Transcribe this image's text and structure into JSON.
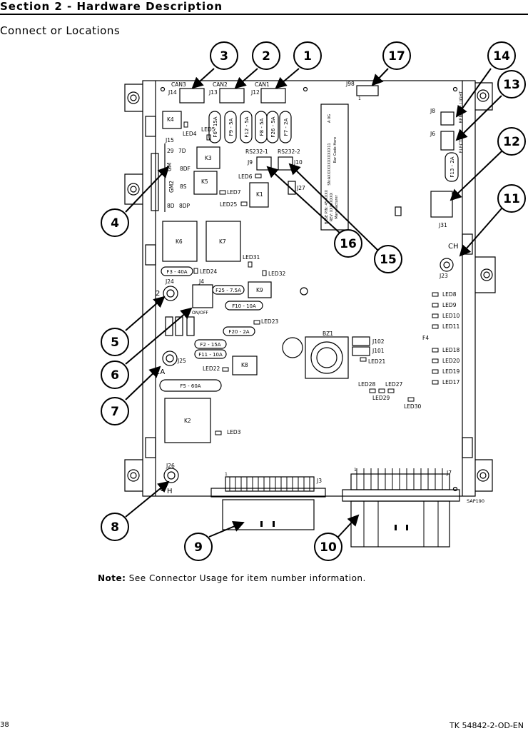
{
  "header": {
    "section": "Section 2 - Hardware Description",
    "subtitle": "Connect or Locations"
  },
  "footer": {
    "note_label": "Note:",
    "note_text": " See Connector Usage for item number information.",
    "page_number": "38",
    "doc_id": "TK 54842-2-OD-EN"
  },
  "board": {
    "connectors": {
      "can3": "CAN3",
      "can2": "CAN2",
      "can1": "CAN1",
      "j14": "J14",
      "j13": "J13",
      "j12": "J12",
      "j98": "J98",
      "j8": "J8",
      "j6": "J6",
      "j9": "J9",
      "j10": "J10",
      "rs232_1": "RS232-1",
      "rs232_2": "RS232-2",
      "j27": "J27",
      "j31": "J31",
      "j24": "J24",
      "j25": "J25",
      "j26": "J26",
      "j23": "J23",
      "j4": "J4",
      "j3": "J3",
      "j7": "J7",
      "j101": "J101",
      "j102": "J102",
      "j15": "J15",
      "bz1": "BZ1"
    },
    "relays": {
      "k1": "K1",
      "k2": "K2",
      "k3": "K3",
      "k4": "K4",
      "k5": "K5",
      "k6": "K6",
      "k7": "K7",
      "k8": "K8",
      "k9": "K9"
    },
    "fuses": {
      "f6": "F6 - 15A",
      "f9": "F9 - 5A",
      "f12": "F12 - 5A",
      "f8": "F8 - 5A",
      "f26": "F26 - 5A",
      "f7": "F7 - 2A",
      "f13": "F13 - 2A",
      "f3": "F3 - 40A",
      "f25": "F25 - 7.5A",
      "f10": "F10 - 10A",
      "f20": "F20 - 2A",
      "f2": "F2 - 15A",
      "f11": "F11 - 10A",
      "f5": "F5 - 60A",
      "f4": "F4"
    },
    "leds": {
      "led4": "LED4",
      "led5": "LED5",
      "led6": "LED6",
      "led7": "LED7",
      "led25": "LED25",
      "led31": "LED31",
      "led32": "LED32",
      "led24": "LED24",
      "led23": "LED23",
      "led22": "LED22",
      "led3": "LED3",
      "led21": "LED21",
      "led28": "LED28",
      "led27": "LED27",
      "led29": "LED29",
      "led30": "LED30",
      "led8": "LED8",
      "led9": "LED9",
      "led10": "LED10",
      "led11": "LED11",
      "led18": "LED18",
      "led20": "LED20",
      "led19": "LED19",
      "led17": "LED17"
    },
    "terminals": {
      "t29": "29",
      "t7d": "7D",
      "t8df": "8DF",
      "t8s": "8S",
      "t8d": "8D",
      "t8dp": "8DP",
      "t2": "2",
      "t2a": "2A",
      "th": "H",
      "tch": "CH",
      "gm": "GM",
      "gm2": "GM2"
    },
    "misc": {
      "onoff": "ON/OFF",
      "remote_light": "REMOTE LIGHT",
      "electric": "ELECTRIC",
      "sap": "SAP190",
      "pin1a": "1",
      "pin1b": "1",
      "pin1c": "1"
    },
    "barcode": {
      "sn": "SN:AXXXXXXXXXXXX11",
      "rev": "A 0G",
      "bar": "Bar Code Here",
      "pn": "BASE P/N: 45-XXXX",
      "rev2": "REV: XXXXXXXX",
      "mfr": "Manufacturer"
    }
  },
  "callouts": [
    "1",
    "2",
    "3",
    "4",
    "5",
    "6",
    "7",
    "8",
    "9",
    "10",
    "11",
    "12",
    "13",
    "14",
    "15",
    "16",
    "17"
  ]
}
